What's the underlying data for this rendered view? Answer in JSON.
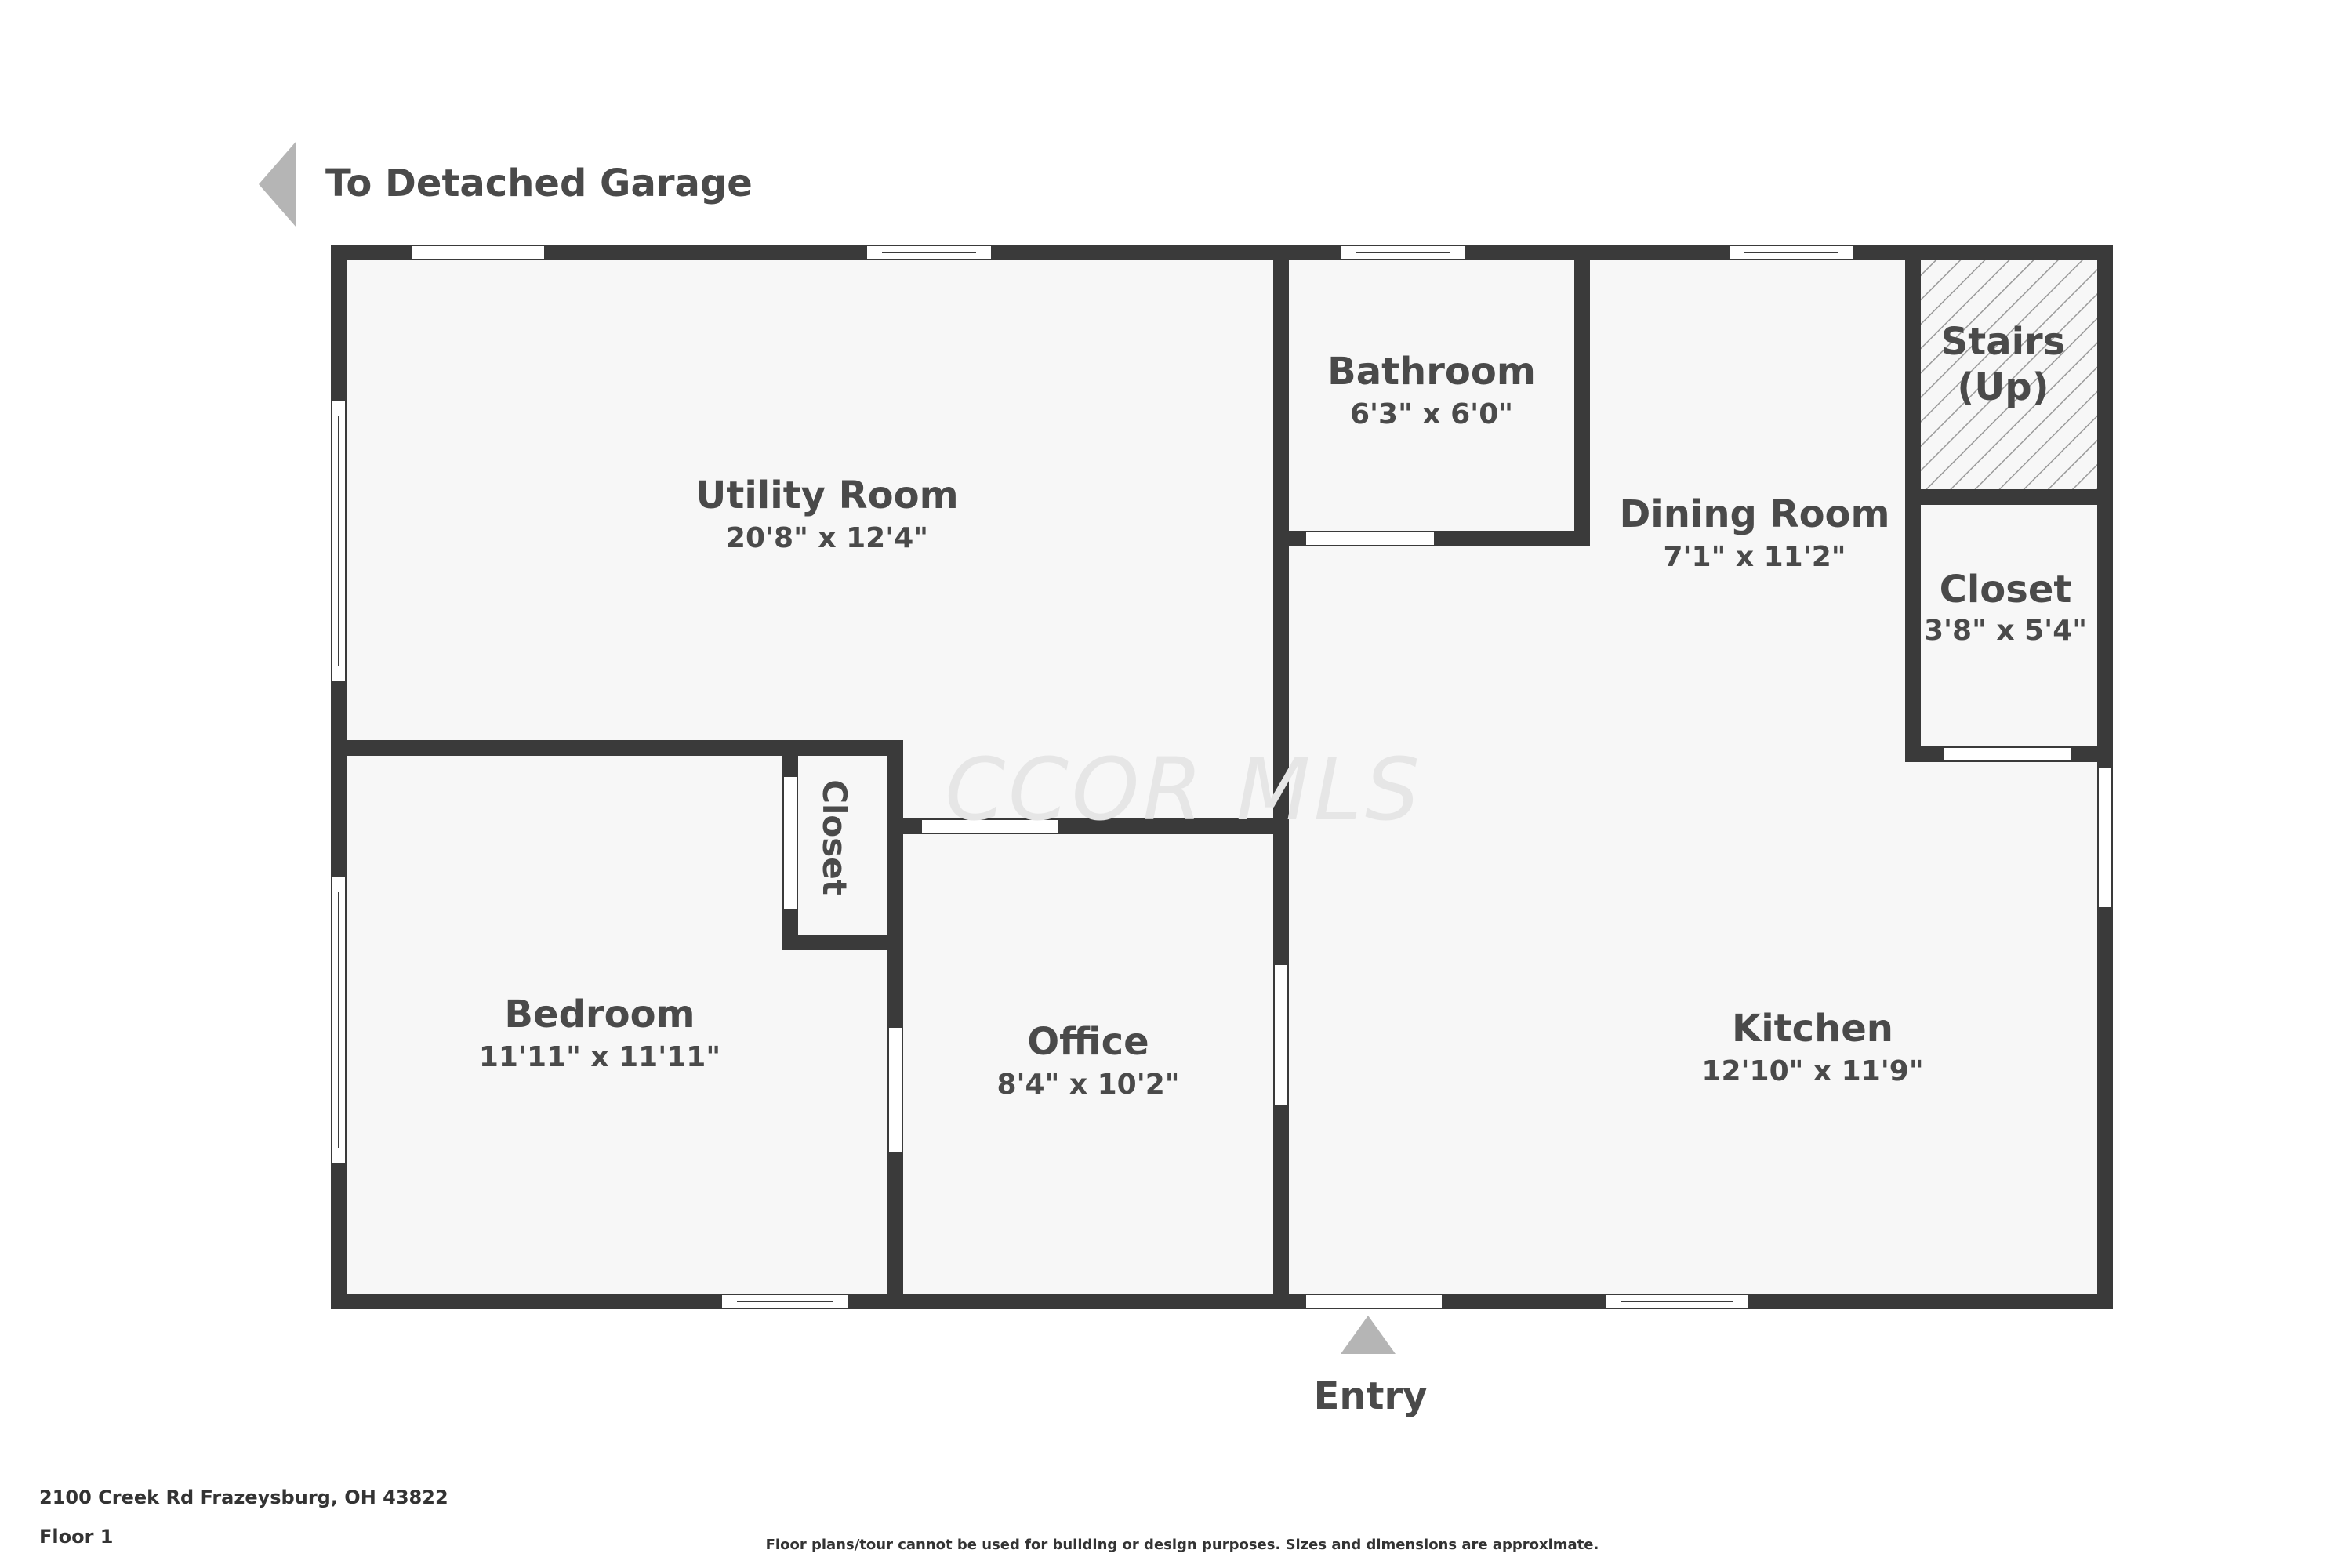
{
  "labels": {
    "garage": "To Detached Garage",
    "entry": "Entry"
  },
  "rooms": {
    "utility": {
      "name": "Utility Room",
      "dims": "20'8\" x 12'4\""
    },
    "bathroom": {
      "name": "Bathroom",
      "dims": "6'3\" x 6'0\""
    },
    "dining": {
      "name": "Dining Room",
      "dims": "7'1\" x 11'2\""
    },
    "stairs": {
      "line1": "Stairs",
      "line2": "(Up)"
    },
    "closet_right": {
      "name": "Closet",
      "dims": "3'8\" x 5'4\""
    },
    "closet_small": {
      "name": "Closet"
    },
    "bedroom": {
      "name": "Bedroom",
      "dims": "11'11\" x 11'11\""
    },
    "office": {
      "name": "Office",
      "dims": "8'4\" x 10'2\""
    },
    "kitchen": {
      "name": "Kitchen",
      "dims": "12'10\" x 11'9\""
    }
  },
  "watermark": "CCOR MLS",
  "footer": {
    "address": "2100 Creek Rd Frazeysburg, OH 43822",
    "floor": "Floor 1",
    "disclaimer": "Floor plans/tour cannot be used for building or design purposes. Sizes and dimensions are approximate."
  },
  "colors": {
    "wall": "#3a3a3a",
    "floor": "#f7f7f7",
    "arrow": "#b5b5b5"
  }
}
